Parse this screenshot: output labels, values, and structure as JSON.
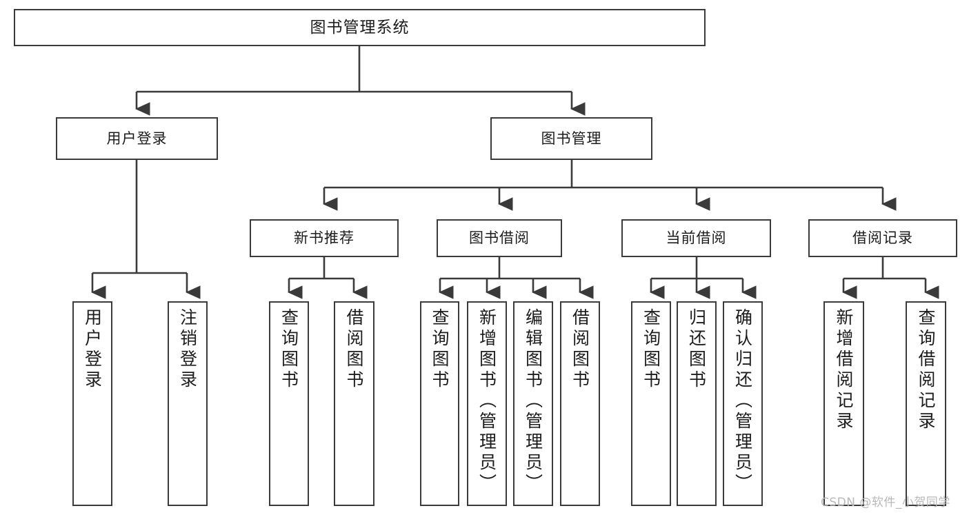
{
  "diagram": {
    "title": "图书管理系统",
    "root": {
      "label": "图书管理系统"
    },
    "level2": [
      {
        "label": "用户登录"
      },
      {
        "label": "图书管理"
      }
    ],
    "level3": [
      {
        "label": "新书推荐"
      },
      {
        "label": "图书借阅"
      },
      {
        "label": "当前借阅"
      },
      {
        "label": "借阅记录"
      }
    ],
    "leaves": [
      {
        "label": "用户登录"
      },
      {
        "label": "注销登录"
      },
      {
        "label": "查询图书"
      },
      {
        "label": "借阅图书"
      },
      {
        "label": "查询图书"
      },
      {
        "label": "新增图书（管理员）"
      },
      {
        "label": "编辑图书（管理员）"
      },
      {
        "label": "借阅图书"
      },
      {
        "label": "查询图书"
      },
      {
        "label": "归还图书"
      },
      {
        "label": "确认归还（管理员）"
      },
      {
        "label": "新增借阅记录"
      },
      {
        "label": "查询借阅记录"
      }
    ]
  },
  "watermark": {
    "text": "CSDN @软件_小贺同学"
  },
  "colors": {
    "box_border": "#3a3a3a",
    "text": "#1c1c1c",
    "connector": "#3a3a3a",
    "background": "#ffffff",
    "watermark": "#b8b8b8"
  }
}
